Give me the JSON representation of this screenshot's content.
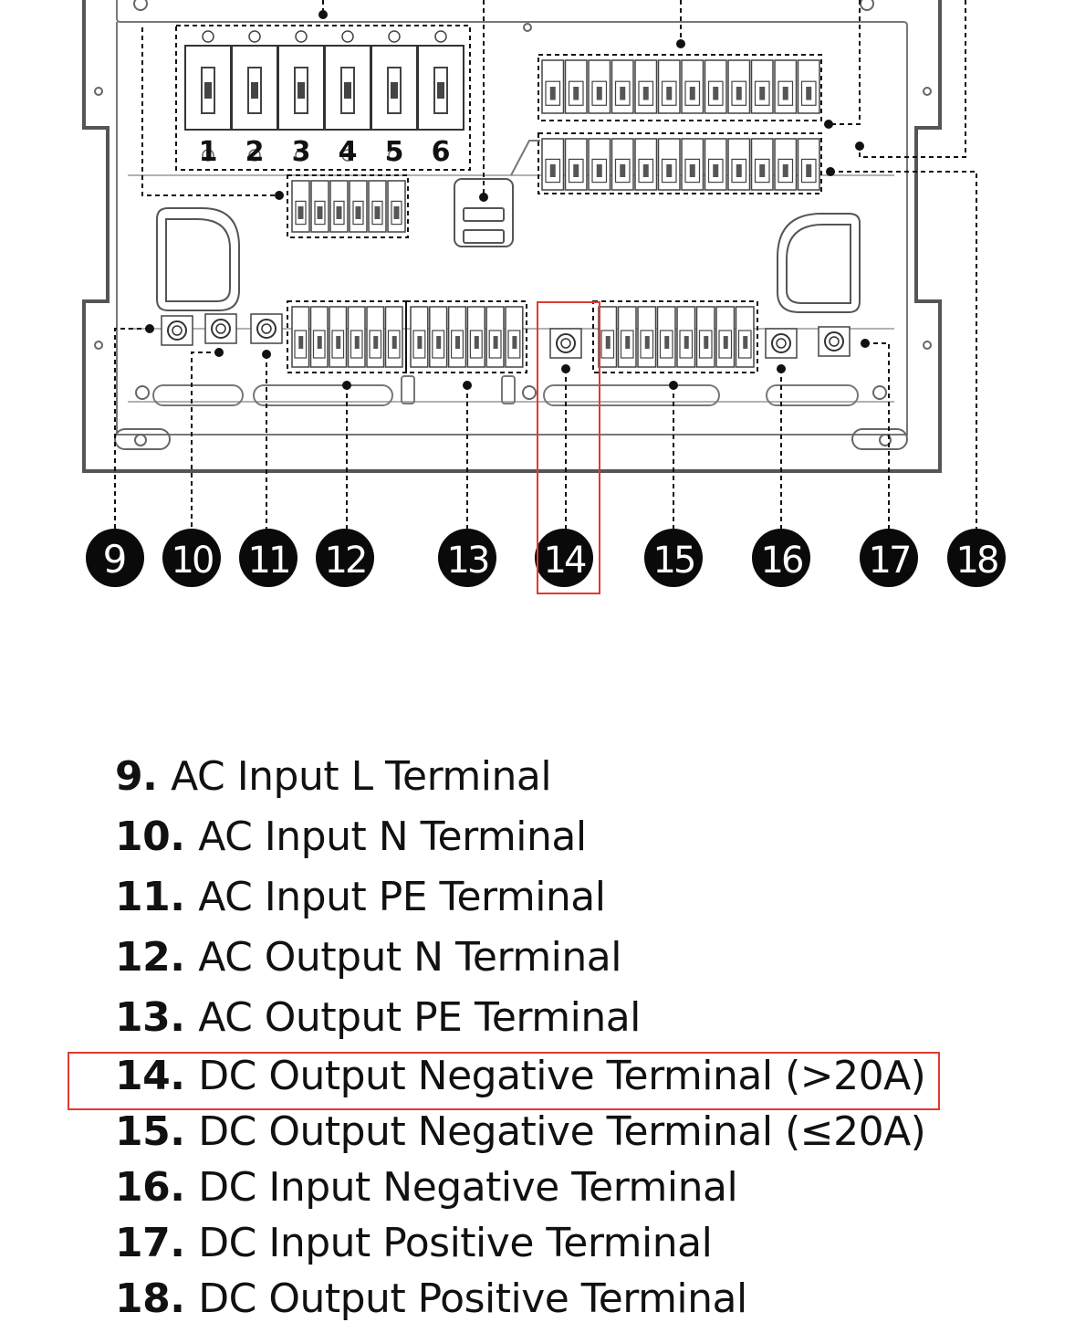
{
  "top_labels": [
    "1",
    "2",
    "3",
    "4",
    "5",
    "6"
  ],
  "callouts": [
    "9",
    "10",
    "11",
    "12",
    "13",
    "14",
    "15",
    "16",
    "17",
    "18"
  ],
  "highlight_color": "#e03a2f",
  "legend": [
    {
      "num": "9.",
      "text": "AC Input L Terminal"
    },
    {
      "num": "10.",
      "text": "AC Input N Terminal"
    },
    {
      "num": "11.",
      "text": "AC Input PE Terminal"
    },
    {
      "num": "12.",
      "text": "AC Output N Terminal"
    },
    {
      "num": "13.",
      "text": "AC Output PE Terminal"
    },
    {
      "num": "14.",
      "text": "DC Output Negative Terminal (>20A)"
    },
    {
      "num": "15.",
      "text": "DC Output Negative Terminal (≤20A)"
    },
    {
      "num": "16.",
      "text": "DC Input Negative Terminal"
    },
    {
      "num": "17.",
      "text": "DC Input Positive Terminal"
    },
    {
      "num": "18.",
      "text": "DC Output Positive Terminal"
    }
  ]
}
